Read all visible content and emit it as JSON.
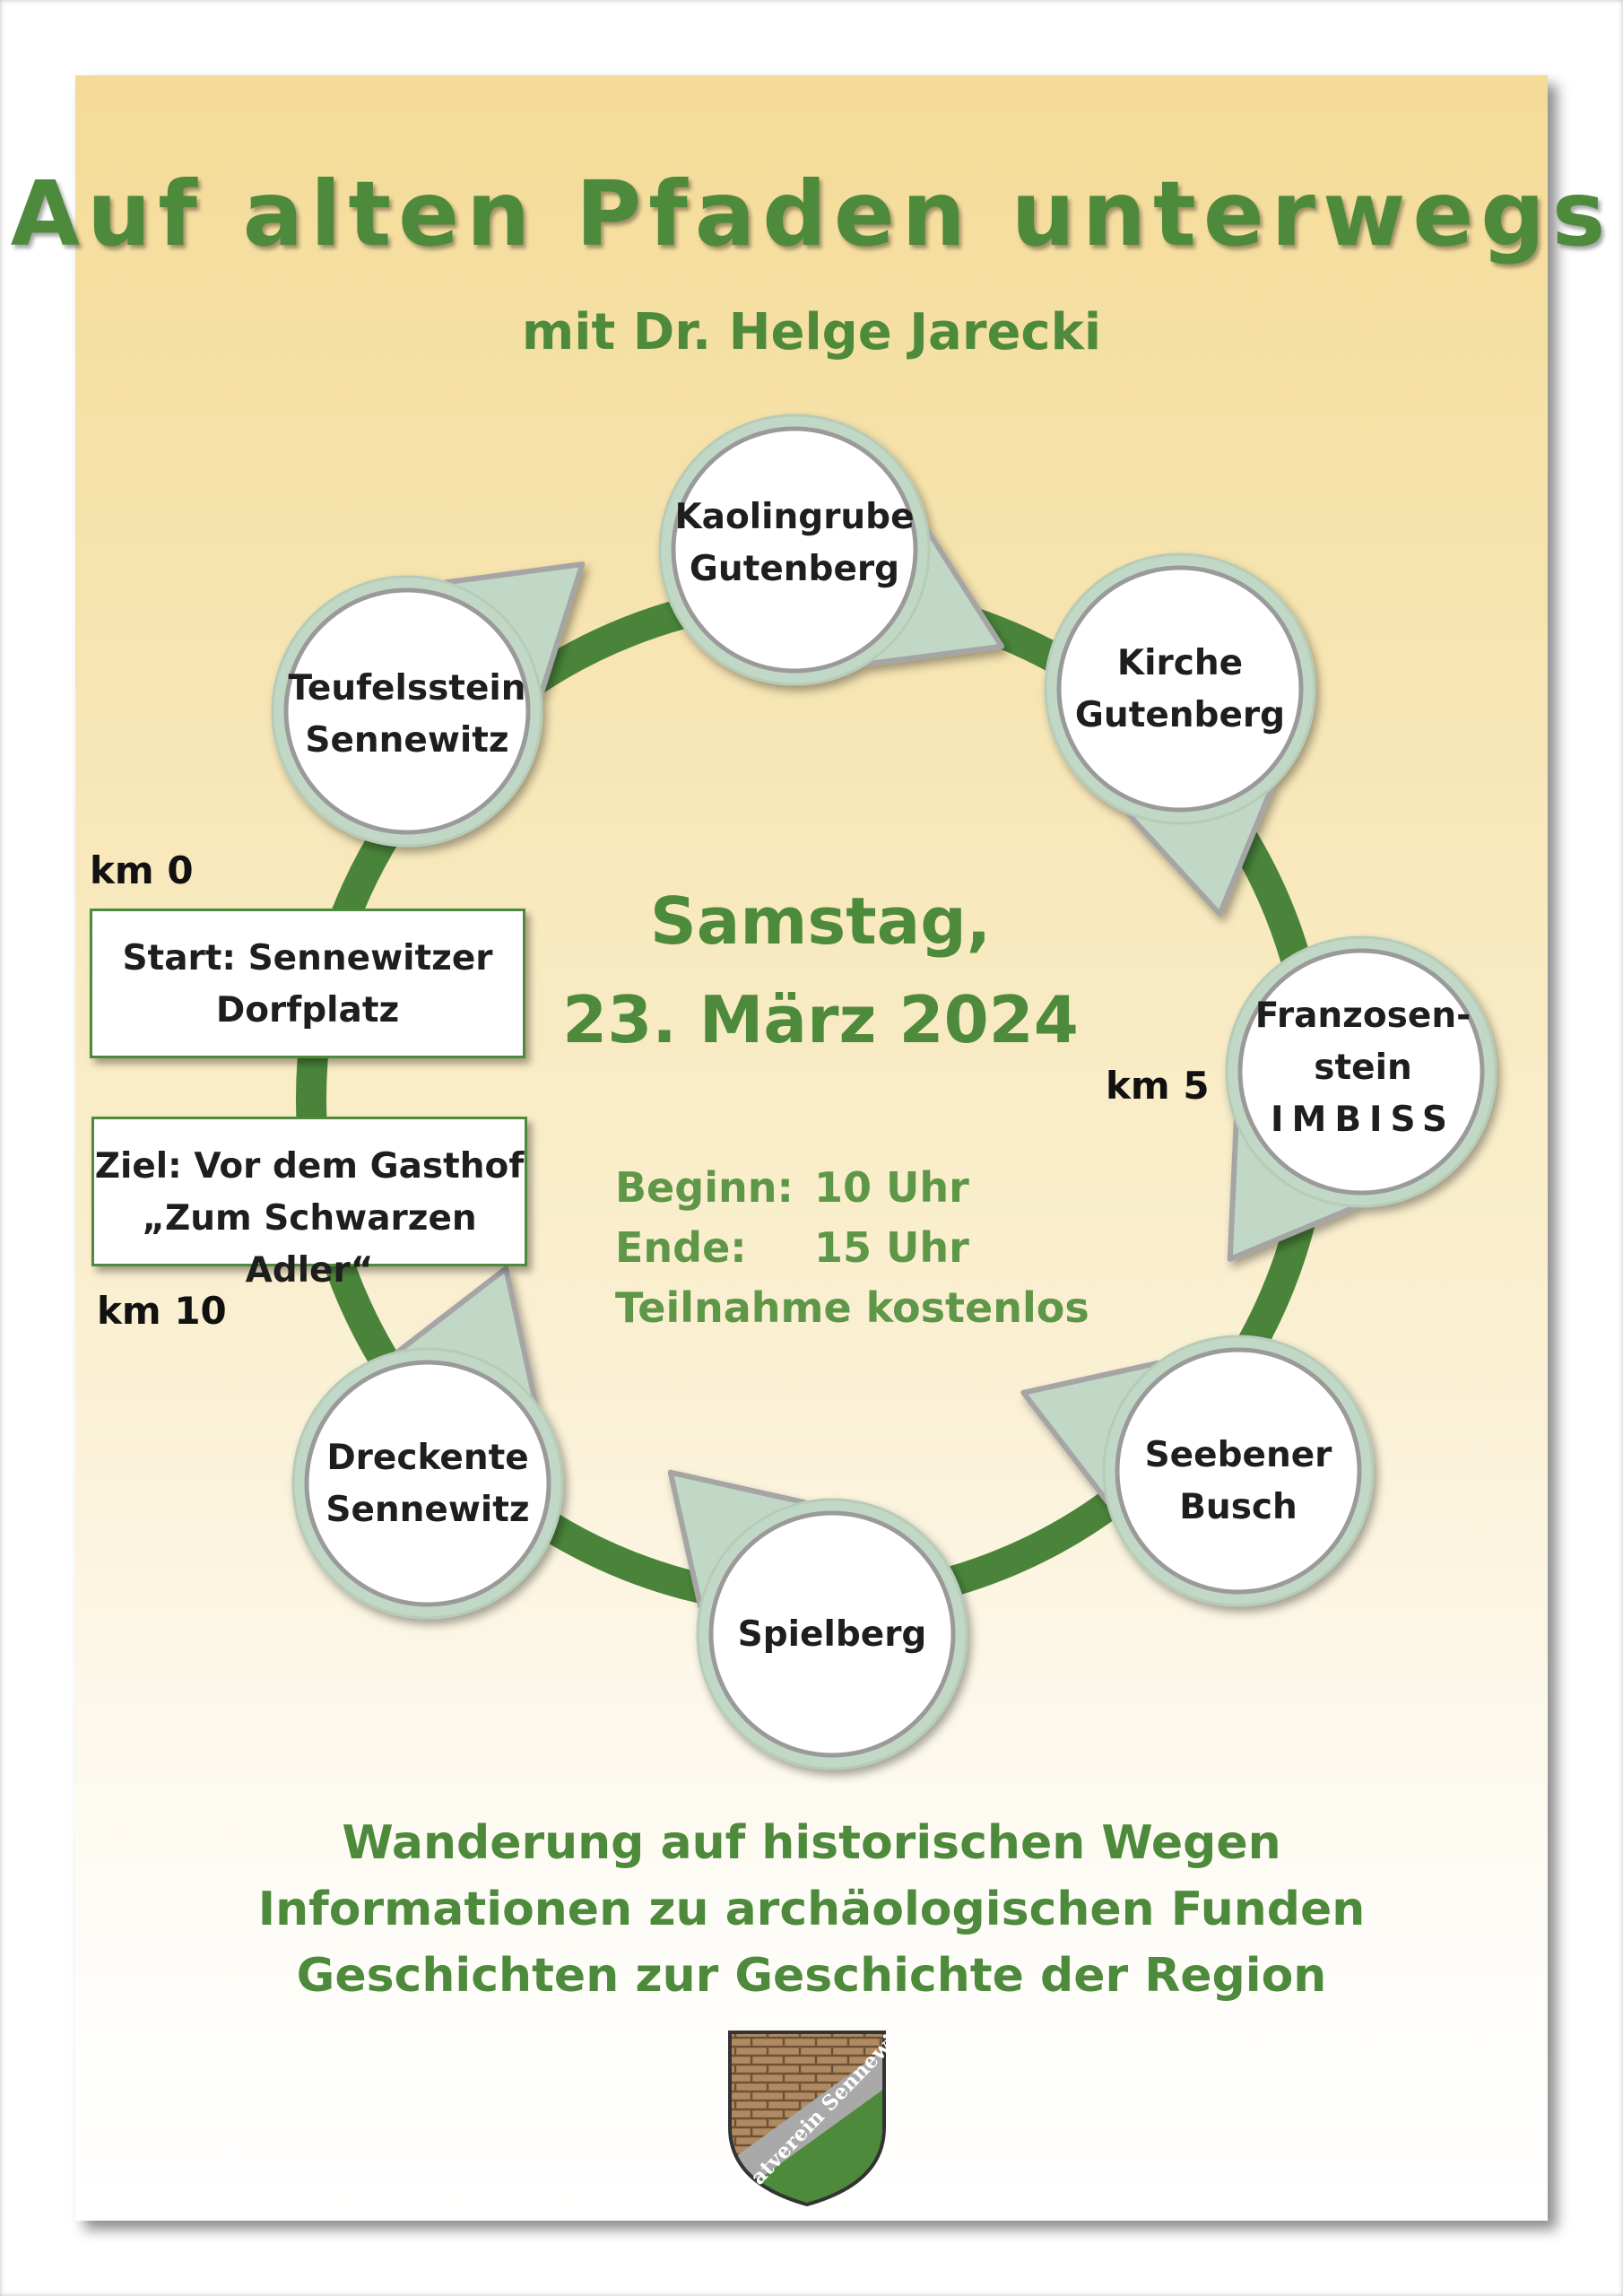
{
  "title": "Auf alten Pfaden unterwegs",
  "subtitle": "mit Dr. Helge Jarecki",
  "stations": [
    {
      "name": "kaolingrube",
      "line1": "Kaolingrube",
      "line2": "Gutenberg",
      "line3": ""
    },
    {
      "name": "kirche",
      "line1": "Kirche",
      "line2": "Gutenberg",
      "line3": ""
    },
    {
      "name": "franzosenstein",
      "line1": "Franzosen-",
      "line2": "stein",
      "line3": "IMBISS"
    },
    {
      "name": "seebener",
      "line1": "Seebener",
      "line2": "Busch",
      "line3": ""
    },
    {
      "name": "spielberg",
      "line1": "Spielberg",
      "line2": "",
      "line3": ""
    },
    {
      "name": "dreckente",
      "line1": "Dreckente",
      "line2": "Sennewitz",
      "line3": ""
    },
    {
      "name": "teufelsstein",
      "line1": "Teufelsstein",
      "line2": "Sennewitz",
      "line3": ""
    }
  ],
  "km_markers": {
    "start": "km 0",
    "middle": "km 5",
    "end": "km 10"
  },
  "start_box": {
    "line1": "Start: Sennewitzer",
    "line2": "Dorfplatz"
  },
  "goal_box": {
    "line1": "Ziel: Vor dem Gasthof",
    "line2": "„Zum Schwarzen Adler“"
  },
  "date": {
    "line1": "Samstag,",
    "line2": "23. März 2024"
  },
  "schedule": {
    "begin_label": "Beginn:",
    "begin_value": "10 Uhr",
    "end_label": "Ende:",
    "end_value": "15 Uhr",
    "fee": "Teilnahme kostenlos"
  },
  "bottom_lines": [
    "Wanderung auf historischen Wegen",
    "Informationen zu archäologischen Funden",
    "Geschichten zur Geschichte der Region"
  ],
  "logo_text": "Heimatverein Sennewitz",
  "colors": {
    "green": "#4e8a3c",
    "route": "#4a843a",
    "pin": "#c2d8c6",
    "pin_border": "#a5a5a5",
    "light_green": "#5d9747"
  }
}
